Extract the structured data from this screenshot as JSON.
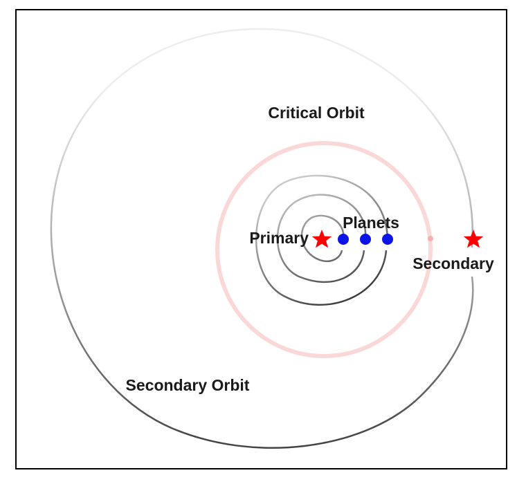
{
  "labels": {
    "critical_orbit": "Critical Orbit",
    "planets": "Planets",
    "primary": "Primary",
    "secondary": "Secondary",
    "secondary_orbit": "Secondary Orbit"
  },
  "colors": {
    "star": "#ff0000",
    "planet": "#0a14e6",
    "orbit_dark": "#1a1a1a",
    "orbit_light": "#ededed",
    "critical_orbit": "#fbd8d8",
    "text": "#1a1a1a",
    "frame": "#000000"
  },
  "objects": {
    "primary_star_icon": "star-icon",
    "secondary_star_icon": "star-icon",
    "planet_icon": "circle-icon"
  }
}
